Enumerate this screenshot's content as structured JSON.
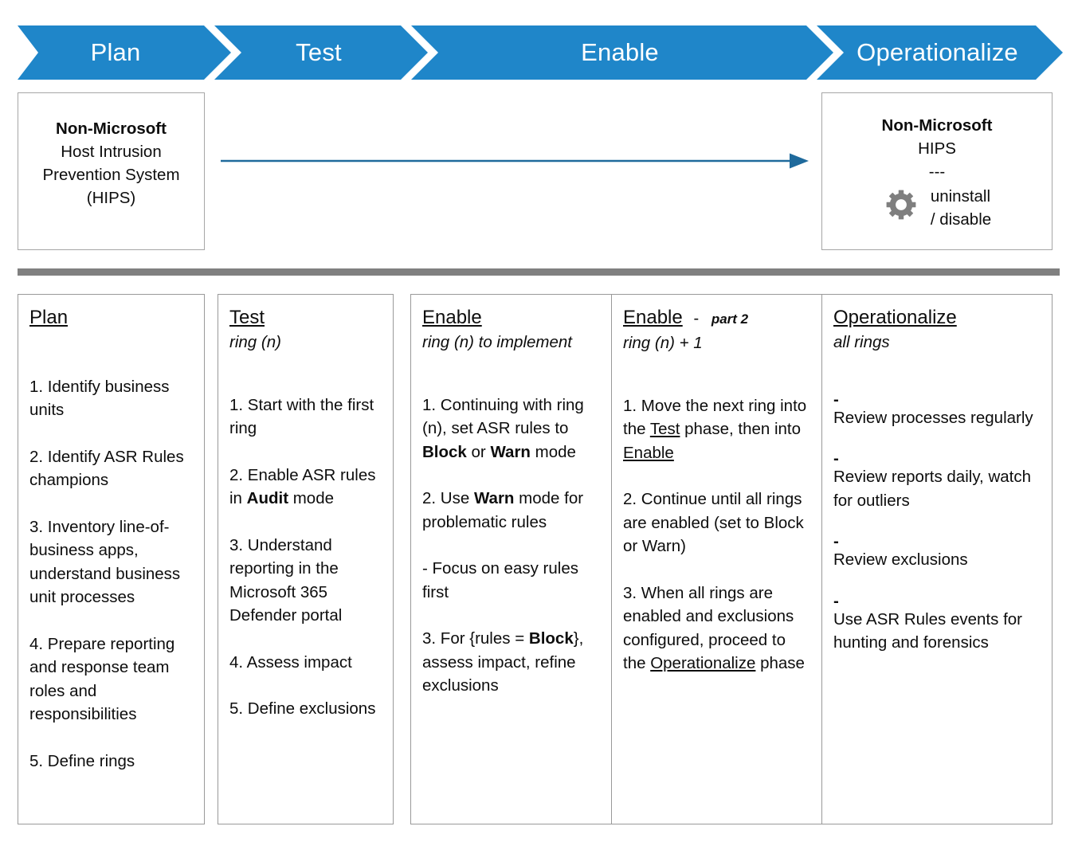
{
  "colors": {
    "chevron_blue": "#1F86C9",
    "arrow_blue": "#1F6A9C",
    "divider_gray": "#808080",
    "box_border": "#999999"
  },
  "banner": {
    "phases": [
      {
        "label": "Plan"
      },
      {
        "label": "Test"
      },
      {
        "label": "Enable"
      },
      {
        "label": "Operationalize"
      }
    ]
  },
  "hips": {
    "left": {
      "title": "Non-Microsoft",
      "line1": "Host Intrusion",
      "line2": "Prevention System",
      "line3": "(HIPS)"
    },
    "right": {
      "title": "Non-Microsoft",
      "line1": "HIPS",
      "separator": "---",
      "action_line1": "uninstall",
      "action_line2": "/ disable",
      "icon": "gear-icon"
    },
    "arrow": "migration-arrow"
  },
  "columns": [
    {
      "id": "plan",
      "title": "Plan",
      "suffix": "",
      "dash": "",
      "subtitle": "",
      "items": [
        {
          "text": "1. Identify business units"
        },
        {
          "text": "2. Identify ASR Rules champions"
        },
        {
          "text": "3. Inventory line-of-business apps, understand business unit processes"
        },
        {
          "text": "4.  Prepare reporting and response team roles and responsibilities"
        },
        {
          "text": "5. Define rings"
        }
      ]
    },
    {
      "id": "test",
      "title": "Test",
      "suffix": "",
      "dash": "",
      "subtitle": "ring (n)",
      "items": [
        {
          "text": "1. Start with the first ring"
        },
        {
          "html": "2. Enable ASR rules in <b>Audit</b> mode"
        },
        {
          "text": "3. Understand reporting in the Microsoft 365 Defender portal"
        },
        {
          "text": "4. Assess impact"
        },
        {
          "text": "5. Define exclusions"
        }
      ]
    },
    {
      "id": "enable",
      "title": "Enable",
      "suffix": "",
      "dash": "",
      "subtitle": "ring (n) to implement",
      "items": [
        {
          "html": "1. Continuing with ring (n), set ASR rules to <b>Block</b> or <b>Warn</b> mode"
        },
        {
          "html": "2. Use <b>Warn</b> mode for problematic rules"
        },
        {
          "text": "- Focus on easy rules first"
        },
        {
          "html": "3. For {rules = <b>Block</b>}, assess impact, refine exclusions"
        }
      ]
    },
    {
      "id": "enable2",
      "title": "Enable",
      "dash": "-",
      "suffix": "part 2",
      "subtitle": "ring (n) + 1",
      "items": [
        {
          "html": "1. Move the next ring into the <u>Test</u> phase, then into <u>Enable</u>"
        },
        {
          "text": "2. Continue until all rings are enabled (set to Block or Warn)"
        },
        {
          "html": "3. When all rings are enabled and exclusions configured, proceed to the <u>Operationalize</u> phase"
        }
      ]
    },
    {
      "id": "operationalize",
      "title": "Operationalize",
      "suffix": "",
      "dash": "",
      "subtitle": "all rings",
      "items": [
        {
          "dash": "-",
          "text": "Review processes regularly"
        },
        {
          "dash": "-",
          "text": "Review reports daily, watch for outliers"
        },
        {
          "dash": "-",
          "text": "Review exclusions"
        },
        {
          "dash": "-",
          "text": "Use ASR Rules events for hunting and forensics"
        }
      ]
    }
  ]
}
